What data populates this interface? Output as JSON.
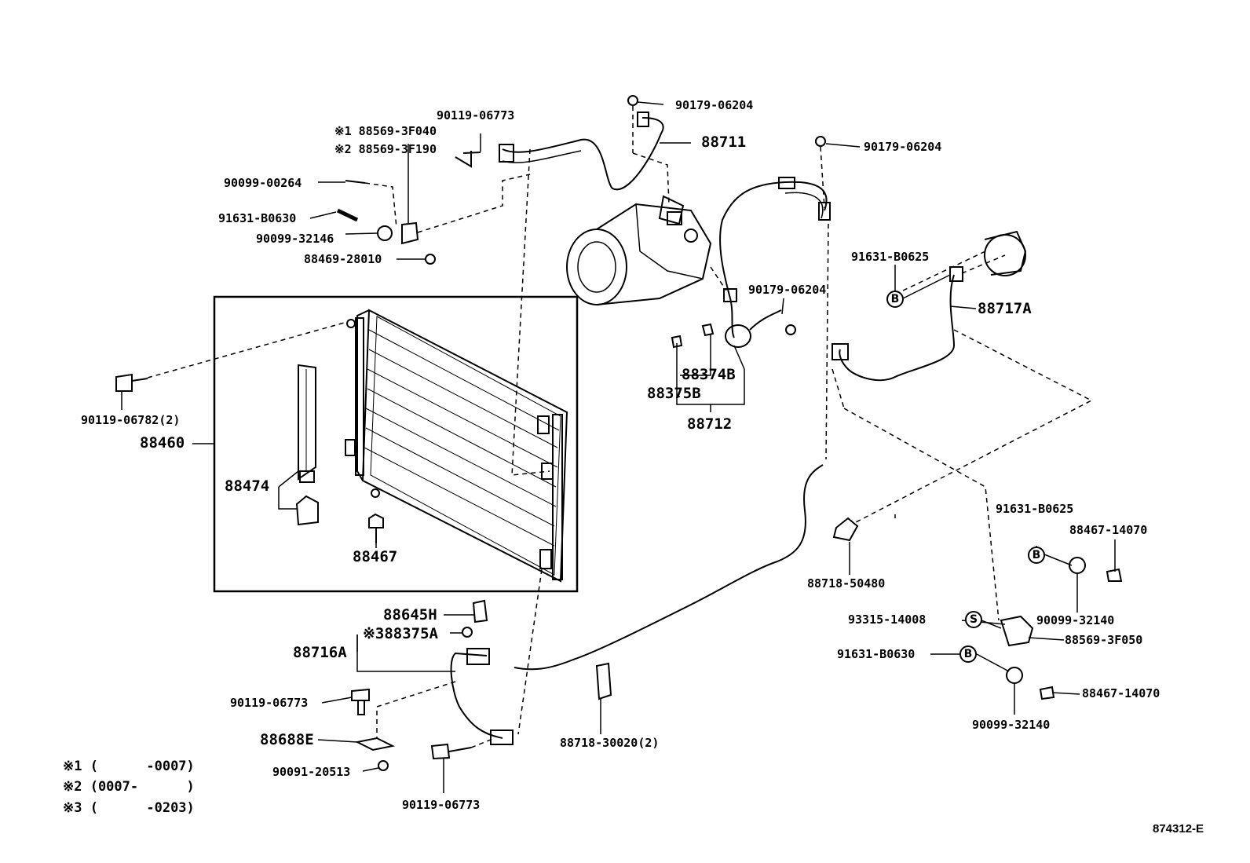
{
  "labels": {
    "p_90179_06204_top": "90179-06204",
    "p_90119_06773_top": "90119-06773",
    "p_88711": "88711",
    "p_88569_3f040": "※1 88569-3F040",
    "p_88569_3f190": "※2 88569-3F190",
    "p_90179_06204_right": "90179-06204",
    "p_90099_00264": "90099-00264",
    "p_91631_b0630_top": "91631-B0630",
    "p_90099_32146": "90099-32146",
    "p_88469_28010": "88469-28010",
    "p_91631_b0625_top": "91631-B0625",
    "p_90179_06204_mid": "90179-06204",
    "p_88717a": "88717A",
    "p_88374b": "88374B",
    "p_88375b": "88375B",
    "p_88712": "88712",
    "p_90119_06782": "90119-06782(2)",
    "p_88460": "88460",
    "p_88474": "88474",
    "p_88467": "88467",
    "p_91631_b0625_right": "91631-B0625",
    "p_88467_14070_top": "88467-14070",
    "p_88718_50480": "88718-50480",
    "p_90099_32140_top": "90099-32140",
    "p_93315_14008": "93315-14008",
    "p_88569_3f050": "88569-3F050",
    "p_91631_b0630_right": "91631-B0630",
    "p_88467_14070_bottom": "88467-14070",
    "p_90099_32140_bottom": "90099-32140",
    "p_88645h": "88645H",
    "p_88375a": "※388375A",
    "p_88716a": "88716A",
    "p_90119_06773_mid": "90119-06773",
    "p_88688e": "88688E",
    "p_90091_20513": "90091-20513",
    "p_90119_06773_bottom": "90119-06773",
    "p_88718_30020": "88718-30020(2)"
  },
  "markers": {
    "b": "B",
    "s": "S"
  },
  "notes": [
    "※1 (      -0007)",
    "※2 (0007-      )",
    "※3 (      -0203)"
  ],
  "figure_id": "874312-E"
}
